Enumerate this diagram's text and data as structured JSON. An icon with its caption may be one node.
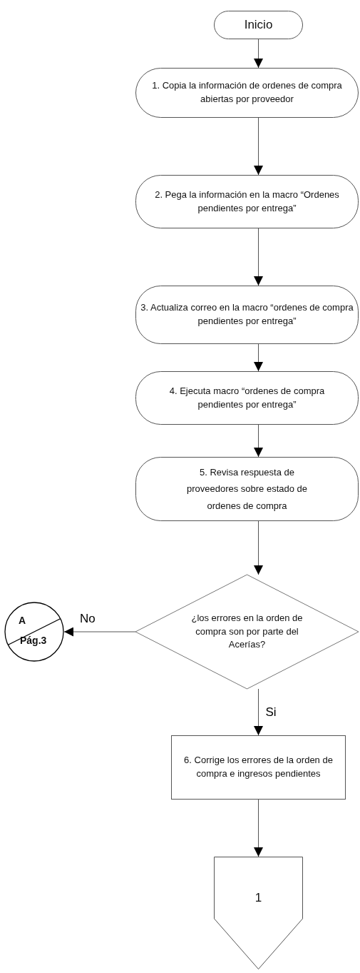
{
  "diagram": {
    "nodes": [
      {
        "text": [
          "Inicio"
        ]
      },
      {
        "text": [
          "1. Copia la información de ordenes de compra abiertas por proveedor"
        ]
      },
      {
        "text": [
          "2. Pega la información en la macro “Ordenes pendientes por entrega”"
        ]
      },
      {
        "text": [
          "3. Actualiza correo en la macro “ordenes de compra pendientes por entrega”"
        ]
      },
      {
        "text": [
          "4. Ejecuta macro “ordenes de compra pendientes por entrega”"
        ]
      },
      {
        "text": [
          "5. Revisa respuesta de proveedores sobre estado de ordenes de compra"
        ]
      },
      {
        "text": [
          "¿los errores en la orden de compra son por parte del Acerías?"
        ]
      },
      {
        "text": [
          "A",
          "Pág.3"
        ]
      },
      {
        "text": [
          "6. Corrige los errores de la orden de compra e ingresos pendientes"
        ]
      },
      {
        "text": [
          "1"
        ]
      }
    ],
    "edges": [
      {
        "from": 0,
        "to": 1,
        "arrow": "to"
      },
      {
        "from": 1,
        "to": 2,
        "arrow": "to"
      },
      {
        "from": 2,
        "to": 3,
        "arrow": "to"
      },
      {
        "from": 3,
        "to": 4,
        "arrow": "to"
      },
      {
        "from": 4,
        "to": 5,
        "arrow": "to"
      },
      {
        "from": 5,
        "to": 6,
        "arrow": "to"
      },
      {
        "from": 6,
        "to": 7,
        "arrow": "to",
        "label": "No"
      },
      {
        "from": 6,
        "to": 8,
        "arrow": "to",
        "label": "Si"
      },
      {
        "from": 8,
        "to": 9,
        "arrow": "to"
      }
    ]
  }
}
